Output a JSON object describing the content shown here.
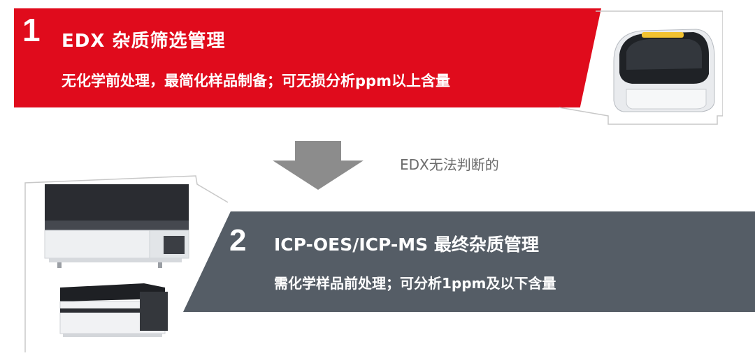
{
  "step1": {
    "number": "1",
    "title": "EDX 杂质筛选管理",
    "description": "无化学前处理，最简化样品制备；可无损分析ppm以上含量"
  },
  "transition": {
    "note": "EDX无法判断的"
  },
  "step2": {
    "number": "2",
    "title": "ICP-OES/ICP-MS 最终杂质管理",
    "description": "需化学样品前处理；可分析1ppm及以下含量"
  },
  "colors": {
    "step1_band": "#e00b1c",
    "step2_band": "#555d66",
    "arrow": "#8c8c8c",
    "note_text": "#6b6b6b"
  },
  "icons": {
    "edx_instrument": "edx-instrument-image",
    "icp_oes_instrument": "icp-oes-instrument-image",
    "icp_ms_instrument": "icp-ms-instrument-image",
    "down_arrow": "down-arrow-icon"
  }
}
